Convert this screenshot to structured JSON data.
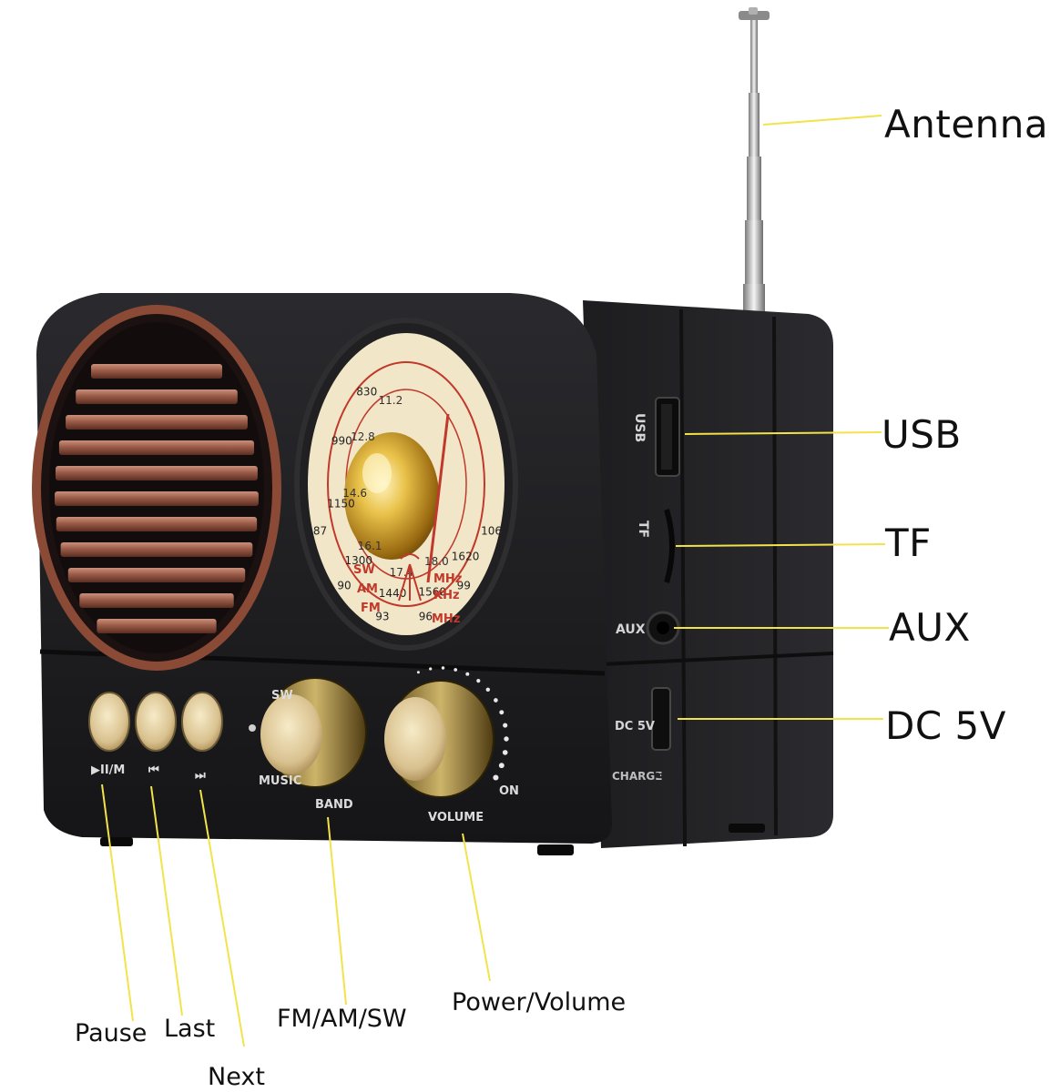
{
  "callouts": {
    "antenna": "Antenna",
    "usb": "USB",
    "tf": "TF",
    "aux": "AUX",
    "dc5v": "DC 5V",
    "pause": "Pause",
    "last": "Last",
    "next": "Next",
    "band": "FM/AM/SW",
    "power_volume": "Power/Volume"
  },
  "device_labels": {
    "usb": "USB",
    "tf": "TF",
    "aux": "AUX",
    "dc": "DC 5V",
    "charge": "CHARGE",
    "play_mode": "▶II/M",
    "prev": "⏮",
    "next": "⏭",
    "band": "BAND",
    "volume": "VOLUME",
    "on": "ON",
    "sw": "SW",
    "music": "MUSIC"
  },
  "dial": {
    "fm_scale": [
      "87",
      "90",
      "93",
      "96",
      "99",
      "106"
    ],
    "am_scale": [
      "830",
      "990",
      "1150",
      "1300",
      "1440",
      "1560",
      "1620"
    ],
    "sw_scale": [
      "11.2",
      "12.8",
      "14.6",
      "16.1",
      "17.4",
      "18.0"
    ],
    "bands": [
      "SW",
      "AM",
      "FM"
    ],
    "units": [
      "MHz",
      "KHz",
      "MHz"
    ]
  },
  "colors": {
    "leader_line": "#f2e34a",
    "body": "#1c1c1f",
    "copper": "#8a4a36",
    "gold": "#c9a23a",
    "dial_face": "#f1e6c8",
    "dial_red": "#c0392b"
  }
}
